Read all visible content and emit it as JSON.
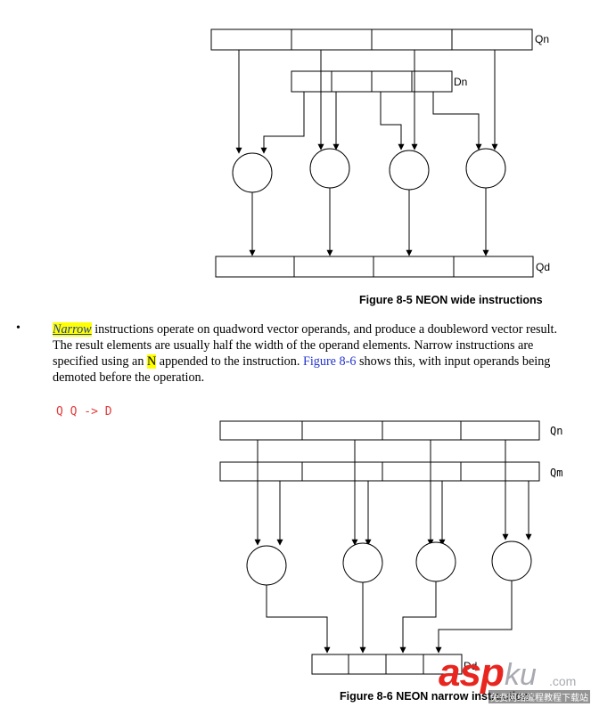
{
  "figure_wide": {
    "reg_top": "Qn",
    "reg_mid": "Dn",
    "reg_out": "Qd",
    "caption": "Figure 8-5 NEON wide instructions"
  },
  "paragraph": {
    "bullet": "•",
    "term": "Narrow",
    "text_1": " instructions operate on quadword vector operands, and produce a doubleword vector result. The result elements are usually half the width of the operand elements. Narrow instructions are specified using an ",
    "suffix": "N",
    "text_2": " appended to the instruction. ",
    "xref": "Figure 8-6",
    "text_3": " shows this, with input operands being demoted before the operation."
  },
  "note": "Q Q -> D",
  "figure_narrow": {
    "reg_top": "Qn",
    "reg_mid": "Qm",
    "reg_out": "Dd",
    "caption": "Figure 8-6  NEON narrow instructions"
  },
  "watermark": {
    "brand_red": "asp",
    "brand_grey": "ku",
    "domain": ".com",
    "subtitle": "免费网络编程教程下载站"
  }
}
